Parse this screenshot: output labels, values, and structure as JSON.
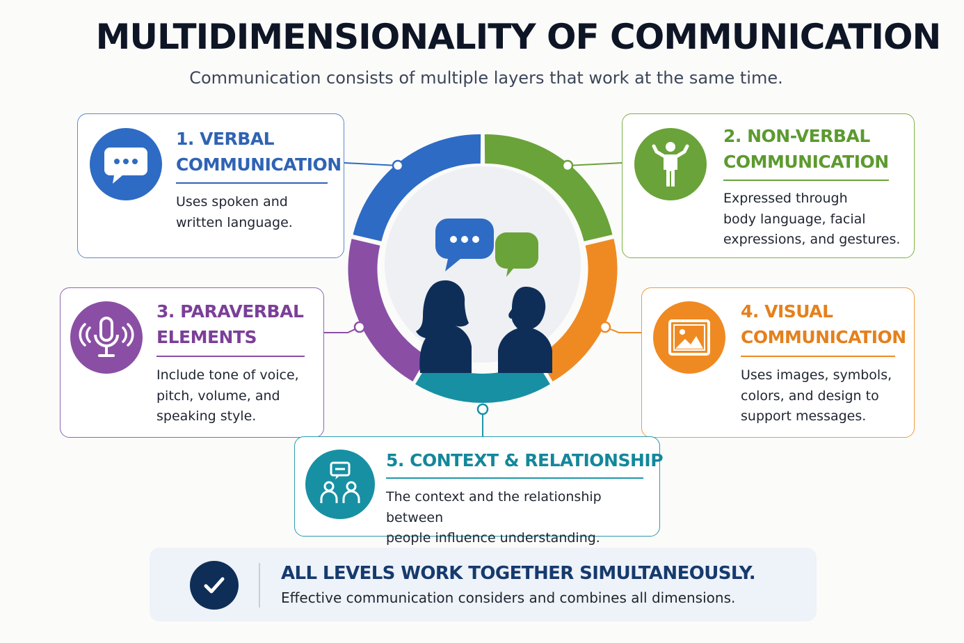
{
  "header": {
    "title": "MULTIDIMENSIONALITY OF COMMUNICATION",
    "subtitle": "Communication consists of multiple layers that work at the same time."
  },
  "colors": {
    "verbal": "#2e6bc4",
    "nonverbal": "#6aa339",
    "paraverbal": "#8a4fa5",
    "visual": "#ef8a22",
    "context": "#1790a3",
    "navy": "#0f2e57"
  },
  "cards": {
    "verbal": {
      "title_1": "1. VERBAL",
      "title_2": "COMMUNICATION",
      "desc_1": "Uses spoken and",
      "desc_2": "written language.",
      "icon": "speech-bubble-icon"
    },
    "nonverbal": {
      "title_1": "2. NON-VERBAL",
      "title_2": "COMMUNICATION",
      "desc_1": "Expressed through",
      "desc_2": "body language, facial",
      "desc_3": "expressions, and gestures.",
      "icon": "person-gesture-icon"
    },
    "paraverbal": {
      "title_1": "3. PARAVERBAL",
      "title_2": "ELEMENTS",
      "desc_1": "Include tone of voice,",
      "desc_2": "pitch, volume, and",
      "desc_3": "speaking style.",
      "icon": "microphone-icon"
    },
    "visual": {
      "title_1": "4. VISUAL",
      "title_2": "COMMUNICATION",
      "desc_1": "Uses images, symbols,",
      "desc_2": "colors, and design to",
      "desc_3": "support messages.",
      "icon": "image-icon"
    },
    "context": {
      "title_1": "5. CONTEXT & RELATIONSHIP",
      "desc_1": "The context and the relationship between",
      "desc_2": "people influence understanding.",
      "icon": "people-chat-icon"
    }
  },
  "center": {
    "icon": "two-people-conversation-icon"
  },
  "banner": {
    "main": "ALL LEVELS WORK TOGETHER SIMULTANEOUSLY.",
    "sub": "Effective communication considers and combines all dimensions.",
    "icon": "checkmark-icon"
  }
}
